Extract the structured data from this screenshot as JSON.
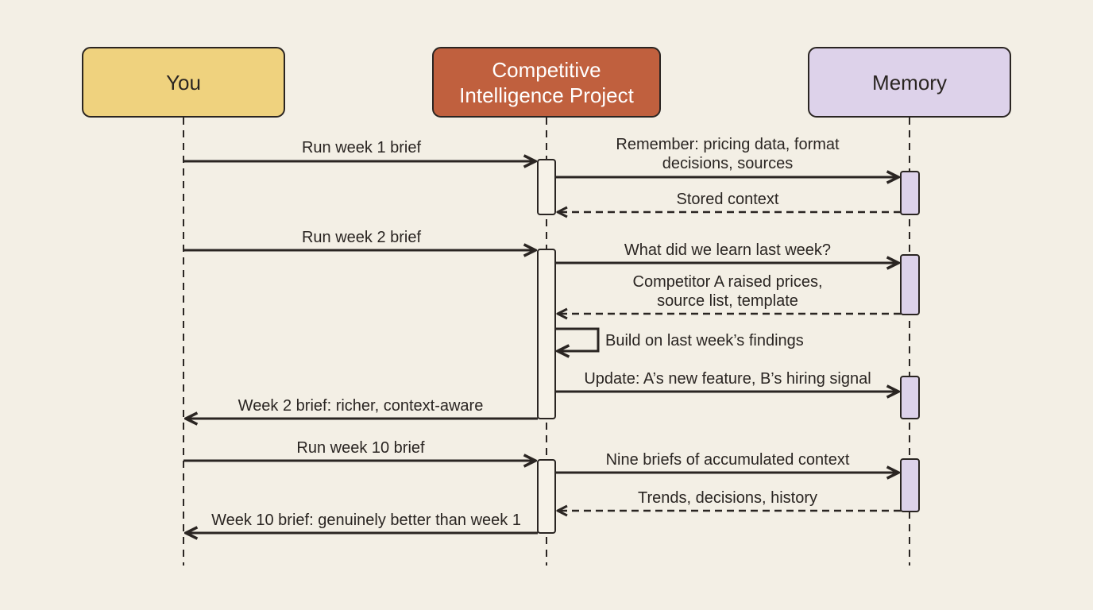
{
  "colors": {
    "background": "#f3efe5",
    "line": "#2a2522",
    "you_fill": "#efd27e",
    "project_fill": "#c0603e",
    "memory_fill": "#ddd2ea",
    "activation_project": "#f6f2e8",
    "activation_memory": "#ddd2ea"
  },
  "actors": {
    "you": {
      "label": "You"
    },
    "project": {
      "label_line1": "Competitive",
      "label_line2": "Intelligence Project"
    },
    "memory": {
      "label": "Memory"
    }
  },
  "messages": {
    "m1": "Run week 1 brief",
    "m2_line1": "Remember: pricing data, format",
    "m2_line2": "decisions, sources",
    "m3": "Stored context",
    "m4": "Run week 2 brief",
    "m5": "What did we learn last week?",
    "m6_line1": "Competitor A raised prices,",
    "m6_line2": "source list, template",
    "m7": "Build on last week’s findings",
    "m8": "Update: A’s new feature, B’s hiring signal",
    "m9": "Week 2 brief: richer, context-aware",
    "m10": "Run week 10 brief",
    "m11": "Nine briefs of accumulated context",
    "m12": "Trends, decisions, history",
    "m13": "Week 10 brief: genuinely better than week 1"
  }
}
